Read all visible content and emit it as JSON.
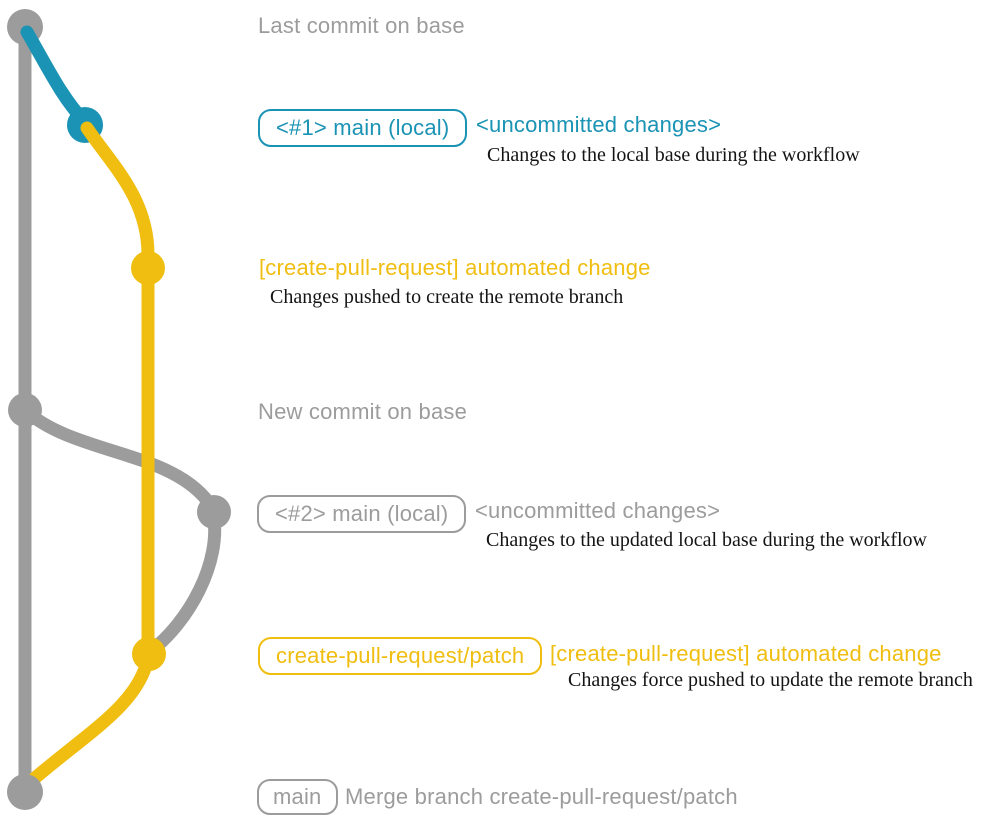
{
  "colors": {
    "gray": "#9c9c9c",
    "teal": "#1a93b5",
    "yellow": "#f0be10",
    "note": "#141414",
    "background": "#ffffff"
  },
  "graph": {
    "branches": [
      {
        "name": "base-branch",
        "color_key": "gray"
      },
      {
        "name": "local-main",
        "color_key": "teal"
      },
      {
        "name": "create-pull-request-patch",
        "color_key": "yellow"
      },
      {
        "name": "updated-local-main",
        "color_key": "gray"
      }
    ],
    "commit_count": 7
  },
  "diagram": {
    "events": [
      {
        "name": "last-commit-on-base",
        "heading": "Last commit on base"
      },
      {
        "name": "local-main-1",
        "badge": "<#1> main (local)",
        "label": "<uncommitted changes>",
        "description": "Changes to the local base during the workflow"
      },
      {
        "name": "patch-commit-1",
        "label": "[create-pull-request] automated change",
        "description": "Changes pushed to create the remote branch"
      },
      {
        "name": "new-commit-on-base",
        "heading": "New commit on base"
      },
      {
        "name": "local-main-2",
        "badge": "<#2> main (local)",
        "label": "<uncommitted changes>",
        "description": "Changes to the updated local base during the workflow"
      },
      {
        "name": "patch-commit-2",
        "badge": "create-pull-request/patch",
        "label": "[create-pull-request] automated change",
        "description": "Changes force pushed to update the remote branch"
      },
      {
        "name": "merge-commit",
        "badge": "main",
        "label": "Merge branch create-pull-request/patch"
      }
    ]
  }
}
